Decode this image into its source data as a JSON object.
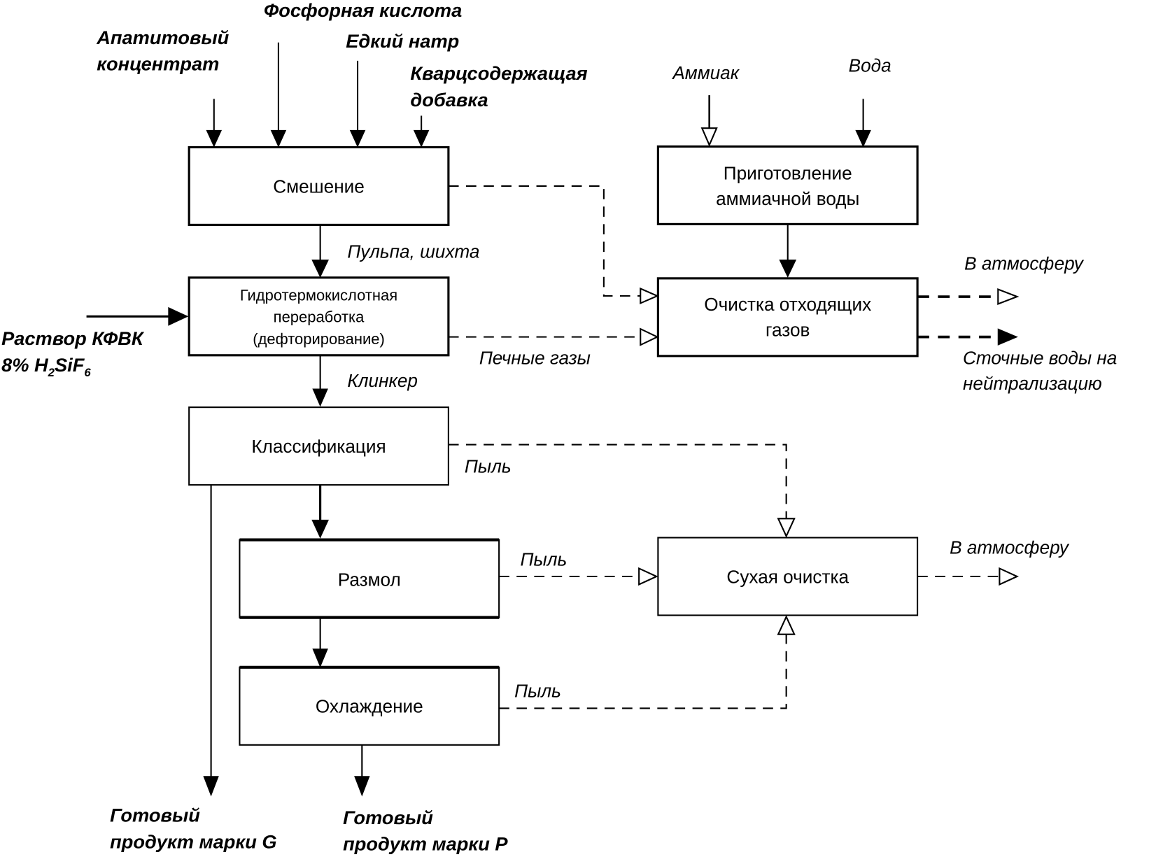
{
  "inputs": {
    "apatite": [
      "Апатитовый",
      "концентрат"
    ],
    "phosphoric_acid": "Фосфорная кислота",
    "caustic_soda": "Едкий натр",
    "quartz": [
      "Кварцсодержащая",
      "добавка"
    ],
    "kfvk_solution": [
      "Раствор КФВК",
      "8% H",
      "2",
      "SiF",
      "6"
    ],
    "ammonia": "Аммиак",
    "water": "Вода"
  },
  "boxes": {
    "mixing": "Смешение",
    "hydrothermal": [
      "Гидротермокислотная",
      "переработка",
      "(дефторирование)"
    ],
    "ammonia_water": [
      "Приготовление",
      "аммиачной воды"
    ],
    "gas_cleaning": [
      "Очистка отходящих",
      "газов"
    ],
    "classification": "Классификация",
    "grinding": "Размол",
    "cooling": "Охлаждение",
    "dry_cleaning": "Сухая очистка"
  },
  "flows": {
    "pulp": "Пульпа, шихта",
    "clinker": "Клинкер",
    "furnace_gases": "Печные газы",
    "dust_classification": "Пыль",
    "dust_grinding": "Пыль",
    "dust_cooling": "Пыль",
    "to_atmosphere_1": "В атмосферу",
    "to_atmosphere_2": "В атмосферу",
    "wastewater": [
      "Сточные воды на",
      "нейтрализацию"
    ]
  },
  "outputs": {
    "product_g": [
      "Готовый",
      "продукт марки G"
    ],
    "product_p": [
      "Готовый",
      "продукт марки P"
    ]
  }
}
